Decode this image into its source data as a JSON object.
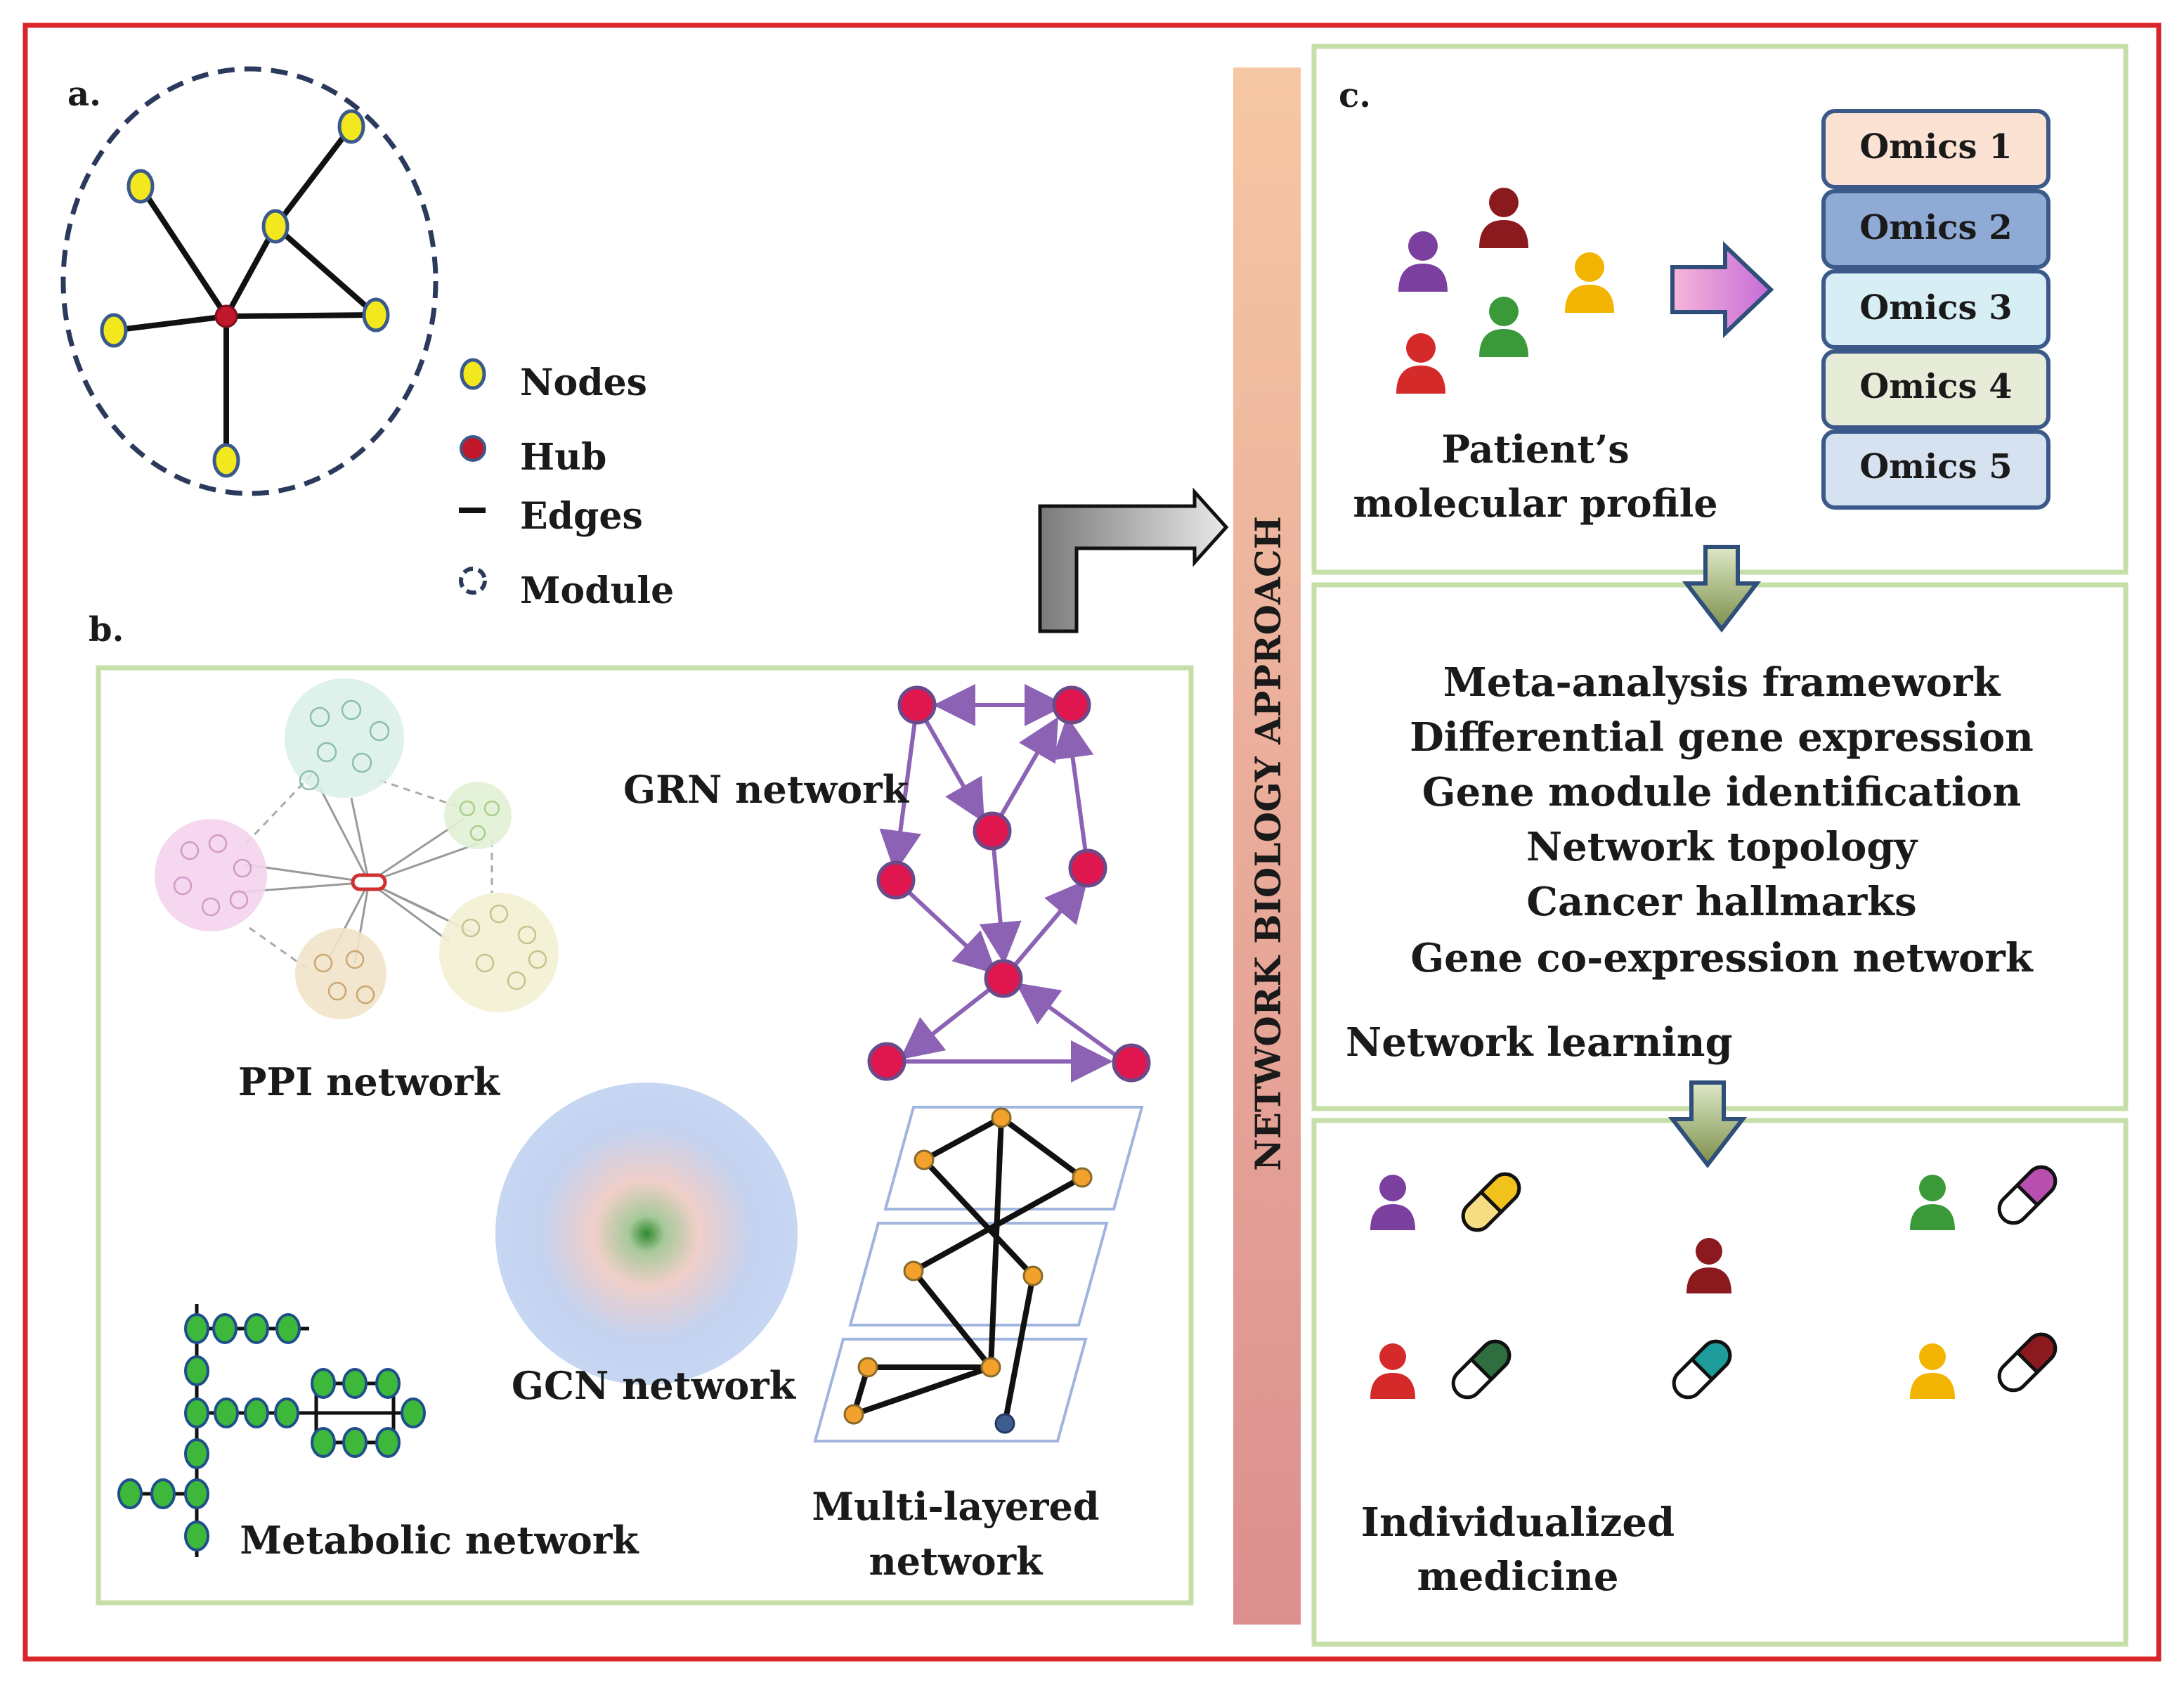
{
  "panel_a": {
    "label": "a.",
    "legend": {
      "nodes": "Nodes",
      "hub": "Hub",
      "edges": "Edges",
      "module": "Module"
    }
  },
  "panel_b": {
    "label": "b.",
    "networks": {
      "ppi": "PPI network",
      "grn": "GRN network",
      "gcn": "GCN network",
      "metabolic": "Metabolic network",
      "multilayer_line1": "Multi-layered",
      "multilayer_line2": "network"
    }
  },
  "center_banner": "NETWORK BIOLOGY APPROACH",
  "panel_c": {
    "label": "c.",
    "profile_line1": "Patient’s",
    "profile_line2": "molecular profile",
    "omics": [
      "Omics 1",
      "Omics 2",
      "Omics 3",
      "Omics 4",
      "Omics 5"
    ],
    "methods": [
      "Meta-analysis framework",
      "Differential gene expression",
      "Gene module identification",
      "Network topology",
      "Cancer hallmarks",
      "Gene co-expression  network"
    ],
    "learning": "Network learning",
    "medicine_line1": "Individualized",
    "medicine_line2": "medicine"
  },
  "colors": {
    "outer_border": "#d9262b",
    "panel_border": "#c6dea8",
    "node_yellow": "#f3e81e",
    "hub_red": "#c0172a",
    "grn_purple": "#8c62b4",
    "grn_node": "#e0174f",
    "metabolic_green": "#3db83a",
    "multilayer_node": "#f2a22c",
    "omics": [
      "#fbe2d2",
      "#8faad5",
      "#d7eef5",
      "#e6ecd8",
      "#d7e2f0"
    ]
  }
}
